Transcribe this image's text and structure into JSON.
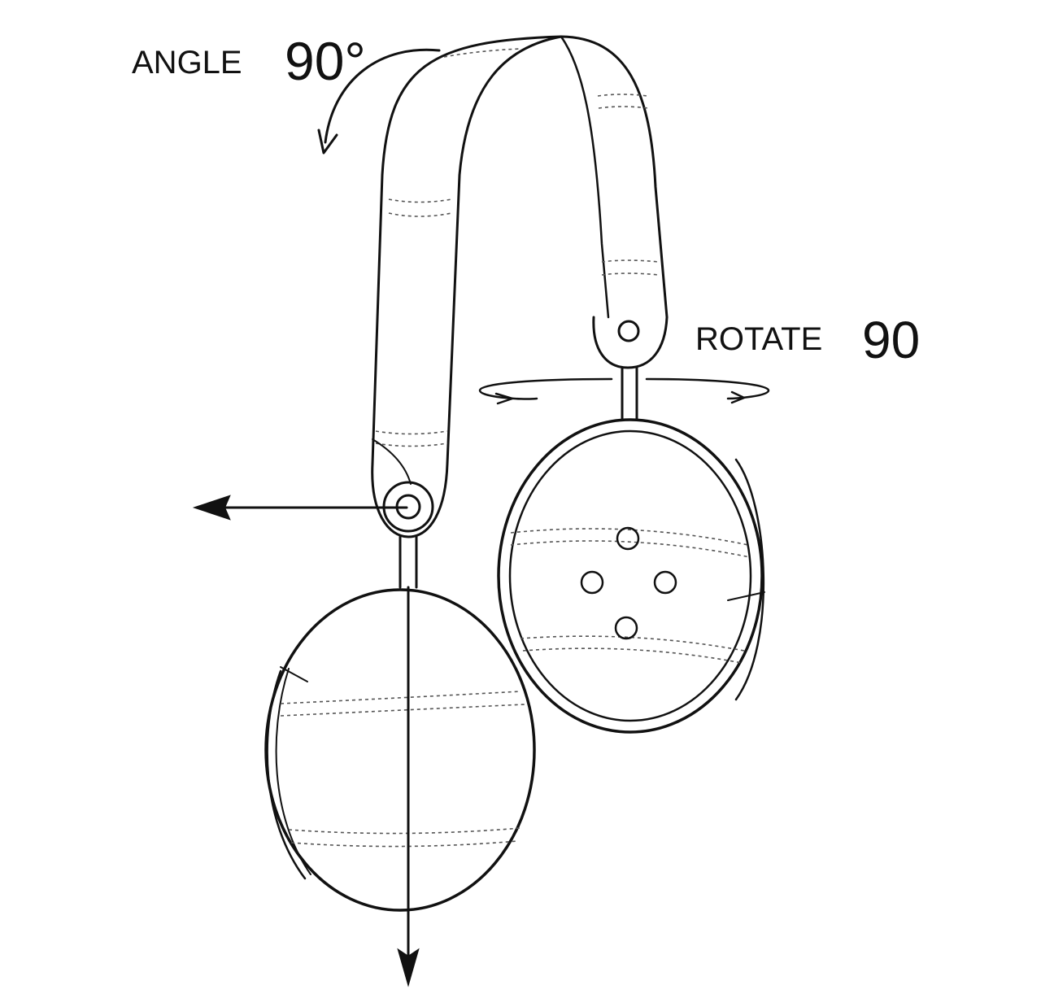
{
  "labels": {
    "angle_word": "ANGLE",
    "angle_value": "90°",
    "rotate_word": "ROTATE",
    "rotate_value": "90"
  },
  "colors": {
    "line": "#111111",
    "background": "#ffffff"
  }
}
